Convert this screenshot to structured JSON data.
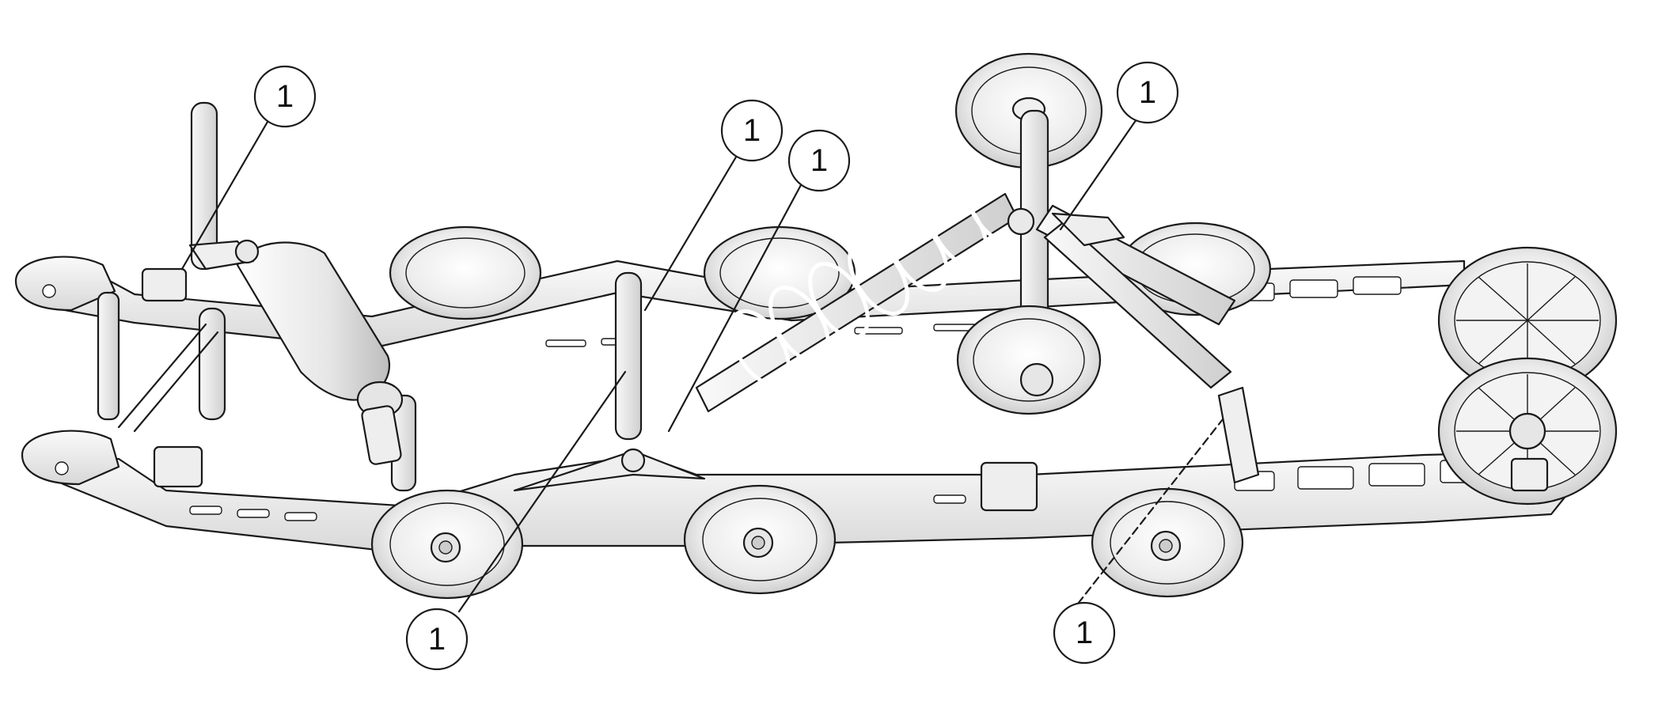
{
  "figure": {
    "colors": {
      "line": "#1a1a1a",
      "part_fill": "#f4f4f4",
      "part_shade": "#d9d9d9",
      "background": "#ffffff"
    },
    "callouts": [
      {
        "label": "1"
      },
      {
        "label": "1"
      },
      {
        "label": "1"
      },
      {
        "label": "1"
      },
      {
        "label": "1"
      },
      {
        "label": "1"
      }
    ]
  }
}
